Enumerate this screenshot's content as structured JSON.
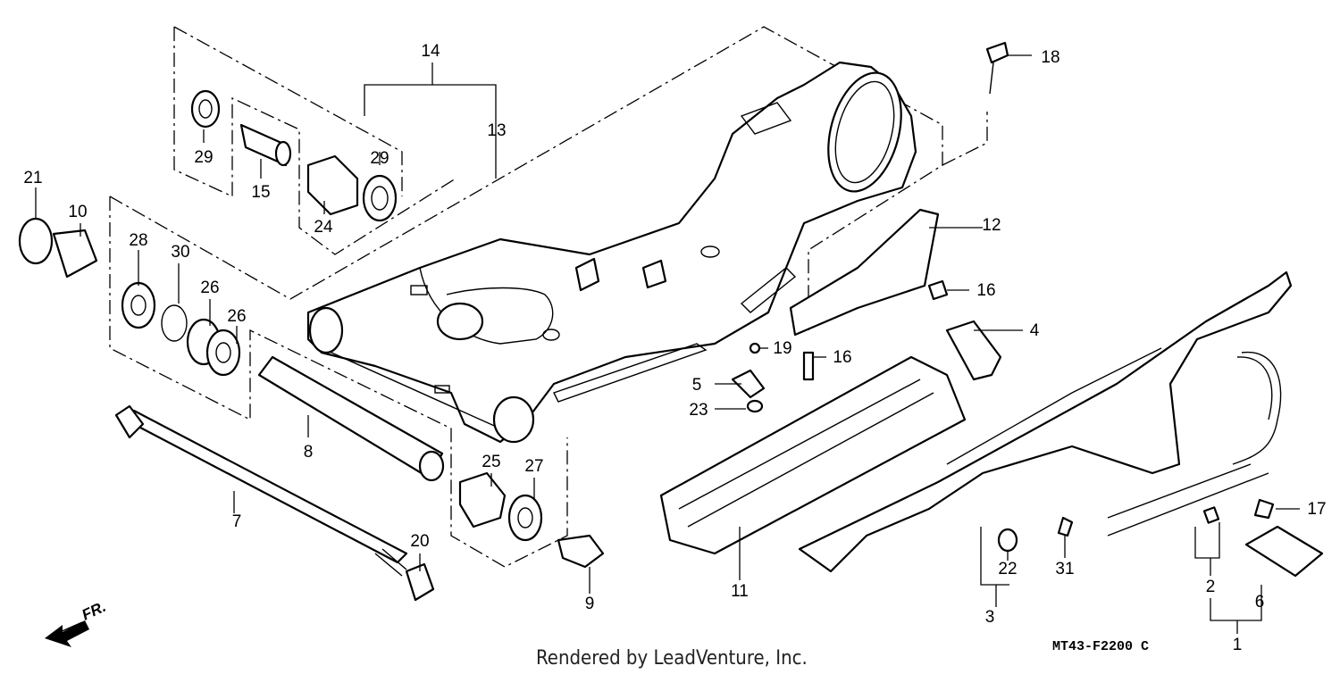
{
  "diagram": {
    "title": "Swingarm exploded parts diagram",
    "callouts": [
      "1",
      "2",
      "3",
      "4",
      "5",
      "6",
      "7",
      "8",
      "9",
      "10",
      "11",
      "12",
      "13",
      "14",
      "15",
      "16",
      "16",
      "17",
      "18",
      "19",
      "20",
      "21",
      "22",
      "23",
      "24",
      "25",
      "26",
      "26",
      "27",
      "28",
      "29",
      "29",
      "30",
      "31"
    ],
    "direction_label": "FR.",
    "drawing_code": "MT43-F2200 C",
    "footer": "Rendered by LeadVenture, Inc."
  }
}
